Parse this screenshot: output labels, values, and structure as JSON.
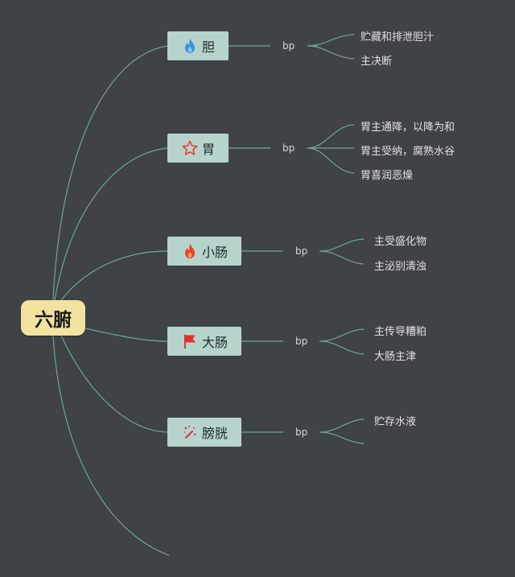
{
  "root": {
    "label": "六腑"
  },
  "branches": [
    {
      "label": "胆",
      "icon": "blue-flame-icon",
      "sub": "bp",
      "leaves": [
        "贮藏和排泄胆汁",
        "主决断"
      ]
    },
    {
      "label": "胃",
      "icon": "star-outline-icon",
      "sub": "bp",
      "leaves": [
        "胃主通降，以降为和",
        "胃主受纳，腐熟水谷",
        "胃喜润恶燥"
      ]
    },
    {
      "label": "小肠",
      "icon": "red-flame-icon",
      "sub": "bp",
      "leaves": [
        "主受盛化物",
        "主泌别清浊"
      ]
    },
    {
      "label": "大肠",
      "icon": "red-flag-icon",
      "sub": "bp",
      "leaves": [
        "主传导糟粕",
        "大肠主津"
      ]
    },
    {
      "label": "膀胱",
      "icon": "magic-wand-icon",
      "sub": "bp",
      "leaves": [
        "贮存水液"
      ]
    }
  ],
  "colors": {
    "background": "#3f4247",
    "connector": "#6fa596",
    "root_fill": "#f3e3a0",
    "node_fill": "#b6d3cc",
    "text_light": "#e0e2e4"
  }
}
